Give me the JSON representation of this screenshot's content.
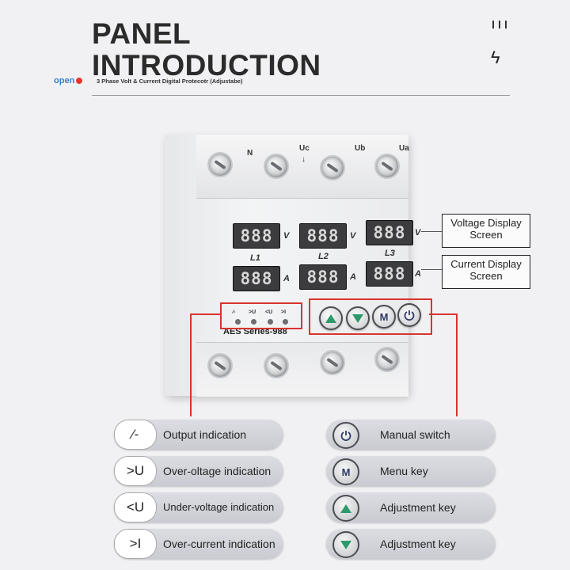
{
  "header": {
    "title_line1": "PANEL",
    "title_line2": "INTRODUCTION"
  },
  "device": {
    "terminals": [
      "N",
      "Uc",
      "Ub",
      "Ua"
    ],
    "brand": "open",
    "face_title": "3 Phase Volt & Current Digital Protecotr (Adjustabe)",
    "displays": {
      "voltage": [
        "888",
        "888",
        "888"
      ],
      "current": [
        "888",
        "888",
        "888"
      ]
    },
    "phases": [
      "L1",
      "L2",
      "L3"
    ],
    "unit_voltage": "V",
    "unit_current": "A",
    "indicators": [
      "⁄-",
      ">U",
      "<U",
      ">I"
    ],
    "series": "AES Series-988"
  },
  "callouts": {
    "voltage": "Voltage Display Screen",
    "current": "Current Display Screen"
  },
  "legend_left": [
    {
      "symbol": "⁄-",
      "label": "Output indication"
    },
    {
      "symbol": ">U",
      "label": "Over-oltage indication"
    },
    {
      "symbol": "<U",
      "label": "Under-voltage indication"
    },
    {
      "symbol": ">I",
      "label": "Over-current indication"
    }
  ],
  "legend_right": [
    {
      "icon": "power-icon",
      "label": "Manual switch"
    },
    {
      "icon": "m-icon",
      "symbol": "M",
      "label": "Menu key"
    },
    {
      "icon": "up-arrow-icon",
      "label": "Adjustment key"
    },
    {
      "icon": "down-arrow-icon",
      "label": "Adjustment key"
    }
  ],
  "colors": {
    "accent_red": "#d8342f",
    "arrow_green": "#2c9a6b",
    "brand_blue": "#3a7fd0"
  }
}
